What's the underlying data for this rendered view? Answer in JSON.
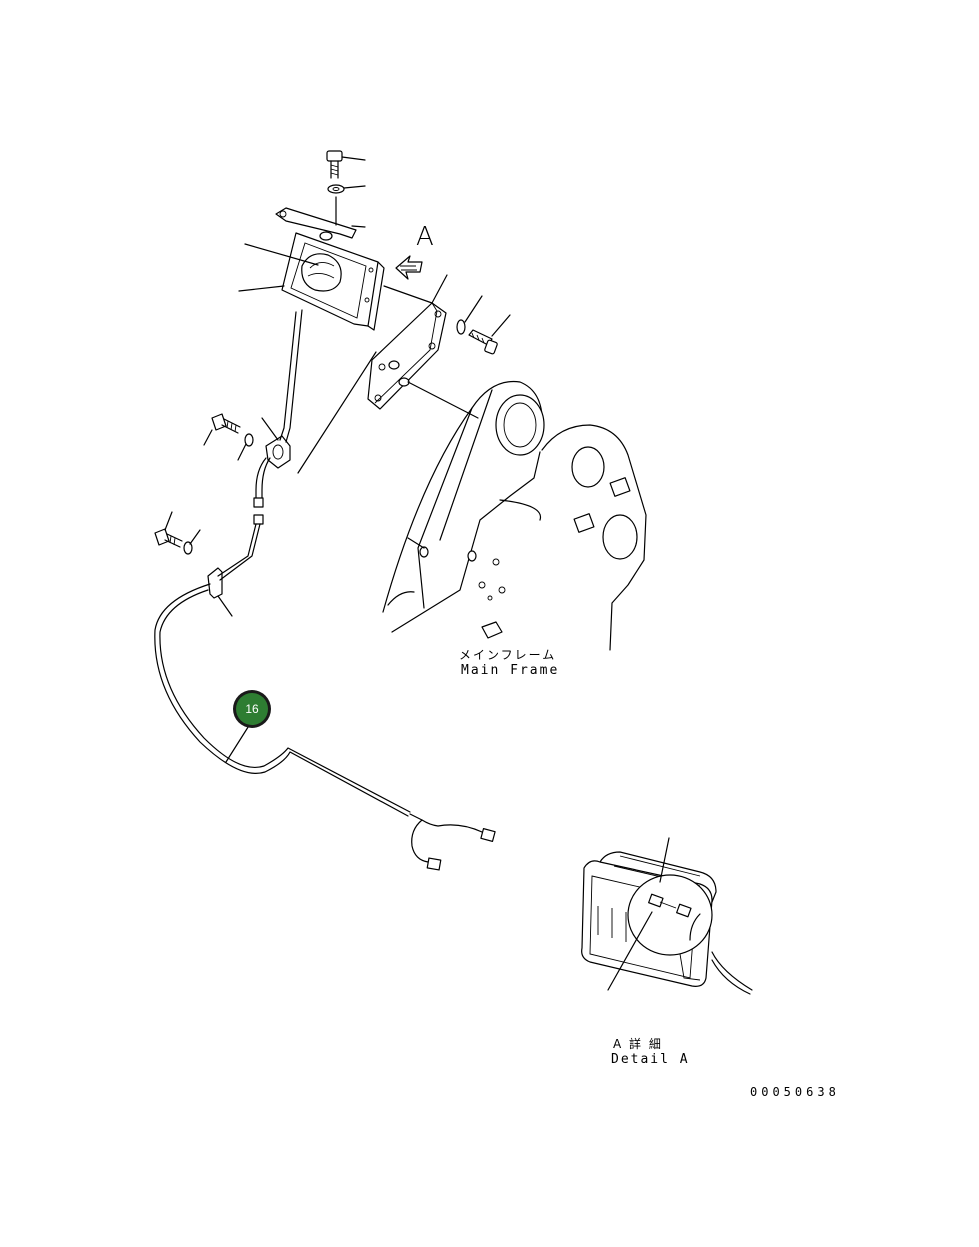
{
  "view_letter": "A",
  "main_frame": {
    "jp": "メインフレーム",
    "en": "Main Frame"
  },
  "detail": {
    "jp": "A 詳 細",
    "en": "Detail A"
  },
  "callout": {
    "number": "16",
    "color": "#2e7d32"
  },
  "drawing_number": "00050638"
}
